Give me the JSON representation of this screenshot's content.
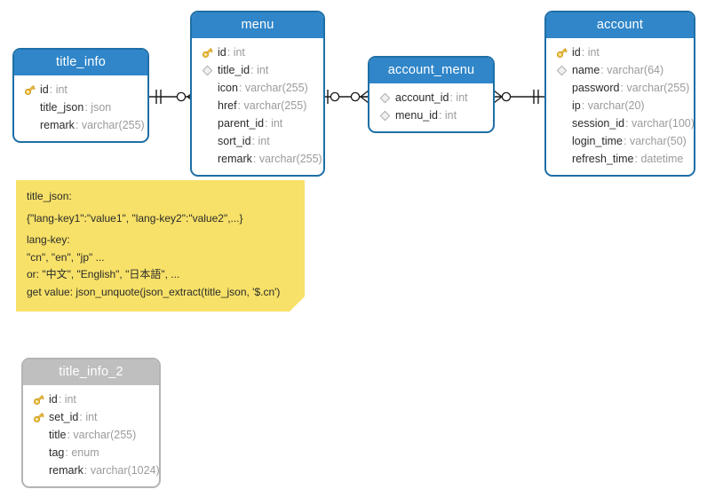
{
  "diagram": {
    "title": "Database ER Diagram",
    "colors": {
      "header_blue": "#3086c9",
      "border_blue": "#1e6fa6",
      "header_gray": "#bfbfbf",
      "border_gray": "#b4b4b4",
      "note_yellow": "#f7e168",
      "key_icon": "#f2c43d",
      "field_name": "#2b2b2b",
      "field_type": "#9b9b9b",
      "connector": "#1a1a1a"
    }
  },
  "entities": [
    {
      "id": "title_info",
      "name": "title_info",
      "style": "blue",
      "fields": [
        {
          "icon": "key-icon",
          "name": "id",
          "type": "int"
        },
        {
          "icon": "none",
          "name": "title_json",
          "type": "json"
        },
        {
          "icon": "none",
          "name": "remark",
          "type": "varchar(255)"
        }
      ]
    },
    {
      "id": "menu",
      "name": "menu",
      "style": "blue",
      "fields": [
        {
          "icon": "key-icon",
          "name": "id",
          "type": "int"
        },
        {
          "icon": "diamond-icon",
          "name": "title_id",
          "type": "int"
        },
        {
          "icon": "none",
          "name": "icon",
          "type": "varchar(255)"
        },
        {
          "icon": "none",
          "name": "href",
          "type": "varchar(255)"
        },
        {
          "icon": "none",
          "name": "parent_id",
          "type": "int"
        },
        {
          "icon": "none",
          "name": "sort_id",
          "type": "int"
        },
        {
          "icon": "none",
          "name": "remark",
          "type": "varchar(255)"
        }
      ]
    },
    {
      "id": "account_menu",
      "name": "account_menu",
      "style": "blue",
      "fields": [
        {
          "icon": "diamond-icon",
          "name": "account_id",
          "type": "int"
        },
        {
          "icon": "diamond-icon",
          "name": "menu_id",
          "type": "int"
        }
      ]
    },
    {
      "id": "account",
      "name": "account",
      "style": "blue",
      "fields": [
        {
          "icon": "key-icon",
          "name": "id",
          "type": "int"
        },
        {
          "icon": "diamond-icon",
          "name": "name",
          "type": "varchar(64)"
        },
        {
          "icon": "none",
          "name": "password",
          "type": "varchar(255)"
        },
        {
          "icon": "none",
          "name": "ip",
          "type": "varchar(20)"
        },
        {
          "icon": "none",
          "name": "session_id",
          "type": "varchar(100)"
        },
        {
          "icon": "none",
          "name": "login_time",
          "type": "varchar(50)"
        },
        {
          "icon": "none",
          "name": "refresh_time",
          "type": "datetime"
        }
      ]
    },
    {
      "id": "title_info_2",
      "name": "title_info_2",
      "style": "gray",
      "fields": [
        {
          "icon": "key-icon",
          "name": "id",
          "type": "int"
        },
        {
          "icon": "key-icon",
          "name": "set_id",
          "type": "int"
        },
        {
          "icon": "none",
          "name": "title",
          "type": "varchar(255)"
        },
        {
          "icon": "none",
          "name": "tag",
          "type": "enum"
        },
        {
          "icon": "none",
          "name": "remark",
          "type": "varchar(1024)"
        }
      ]
    }
  ],
  "note": {
    "lines": [
      "title_json:",
      "{\"lang-key1\":\"value1\", \"lang-key2\":\"value2\",...}",
      "lang-key:",
      "\"cn\", \"en\", \"jp\" ...",
      "or: \"中文\", \"English\", \"日本語\", ...",
      "get value: json_unquote(json_extract(title_json, '$.cn')"
    ]
  },
  "relationships": [
    {
      "id": "rel-title-info-menu",
      "from": "title_info",
      "to": "menu",
      "from_cardinality": "one-and-only-one",
      "to_cardinality": "zero-or-many"
    },
    {
      "id": "rel-menu-account-menu",
      "from": "menu",
      "to": "account_menu",
      "from_cardinality": "zero-or-one",
      "to_cardinality": "zero-or-many"
    },
    {
      "id": "rel-account-menu-account",
      "from": "account_menu",
      "to": "account",
      "from_cardinality": "zero-or-many",
      "to_cardinality": "one-and-only-one"
    }
  ]
}
